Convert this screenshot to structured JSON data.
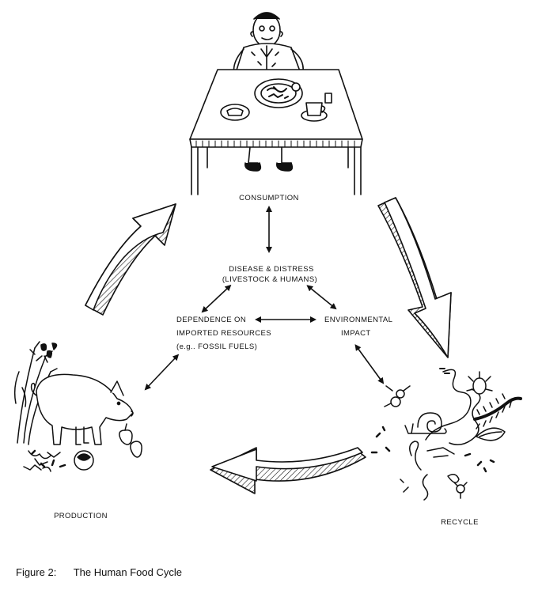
{
  "nodes": {
    "consumption": "CONSUMPTION",
    "disease_line1": "DISEASE & DISTRESS",
    "disease_line2": "(LIVESTOCK & HUMANS)",
    "dependence_line1": "DEPENDENCE ON",
    "dependence_line2": "IMPORTED RESOURCES",
    "dependence_line3": "(e.g.. FOSSIL FUELS)",
    "environmental_line1": "ENVIRONMENTAL",
    "environmental_line2": "IMPACT",
    "production": "PRODUCTION",
    "recycle": "RECYCLE"
  },
  "caption": {
    "figure": "Figure 2:",
    "title": "The Human Food Cycle"
  },
  "illustrations": [
    "person-at-table-illustration",
    "pig-and-wheat-illustration",
    "soil-organisms-illustration"
  ],
  "colors": {
    "ink": "#111111",
    "background": "#ffffff"
  }
}
